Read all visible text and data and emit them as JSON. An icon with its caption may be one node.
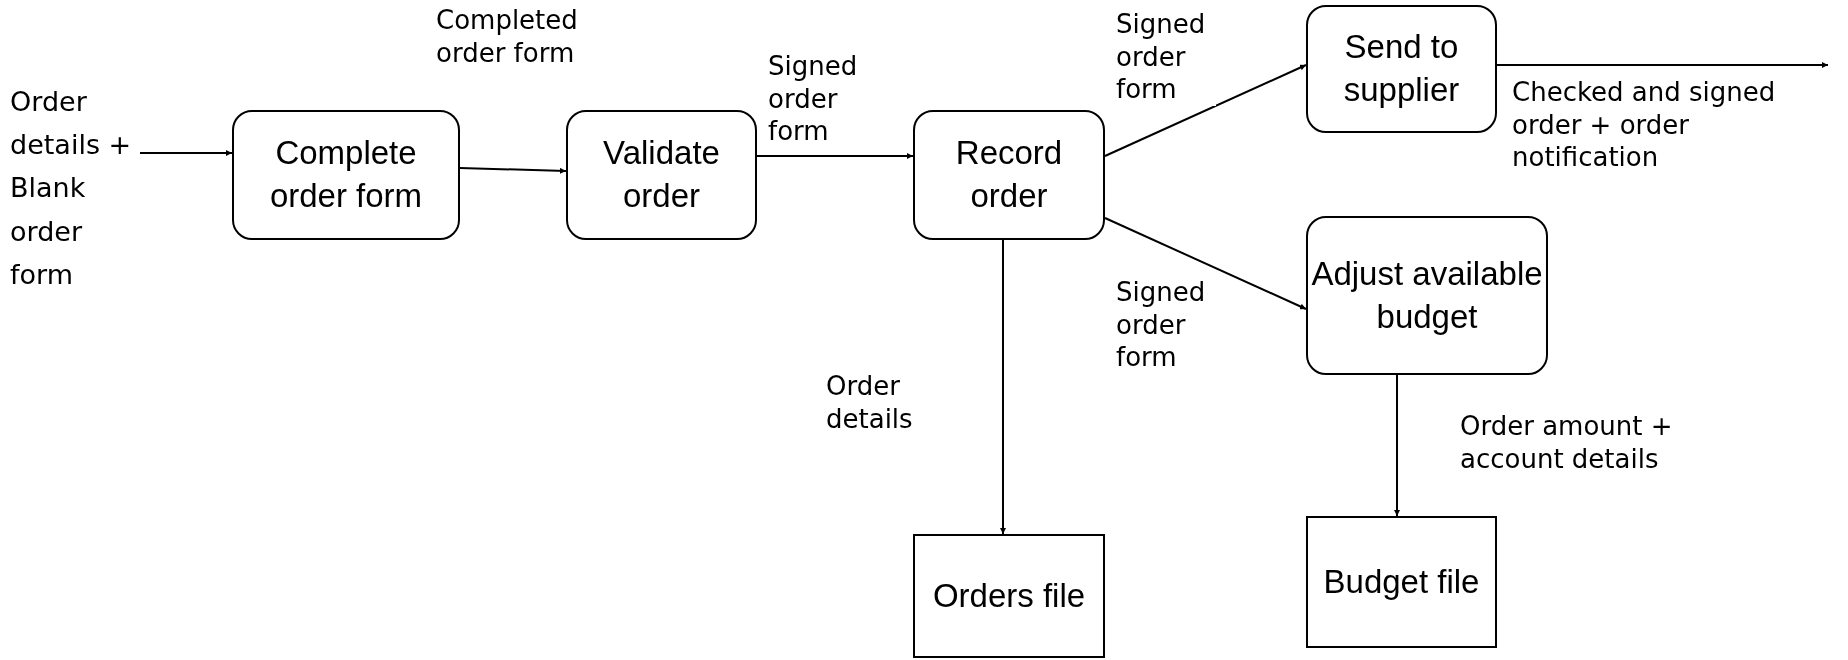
{
  "diagram": {
    "nodes": [
      {
        "text": [
          "Order details + Blank order form"
        ]
      },
      {
        "text": [
          "Complete order form"
        ]
      },
      {
        "text": [
          "Validate order"
        ]
      },
      {
        "text": [
          "Record order"
        ]
      },
      {
        "text": [
          "Send to supplier"
        ]
      },
      {
        "text": [
          "Adjust available budget"
        ]
      },
      {
        "text": [
          "Orders file"
        ]
      },
      {
        "text": [
          "Budget file"
        ]
      }
    ],
    "edges": [
      {
        "from": 0,
        "to": 1,
        "arrow": "to"
      },
      {
        "from": 1,
        "to": 2,
        "arrow": "to",
        "label": "Completed order form"
      },
      {
        "from": 2,
        "to": 3,
        "arrow": "to",
        "label": "Signed order form"
      },
      {
        "from": 3,
        "to": 4,
        "arrow": "to",
        "label": "Signed order form"
      },
      {
        "from": 4,
        "to": null,
        "arrow": "to",
        "label": "Checked and signed order + order notification"
      },
      {
        "from": 3,
        "to": 5,
        "arrow": "to",
        "label": "Signed order form"
      },
      {
        "from": 3,
        "to": 6,
        "arrow": "to",
        "label": "Order details"
      },
      {
        "from": 5,
        "to": 7,
        "arrow": "to",
        "label": "Order amount + account details"
      }
    ]
  }
}
